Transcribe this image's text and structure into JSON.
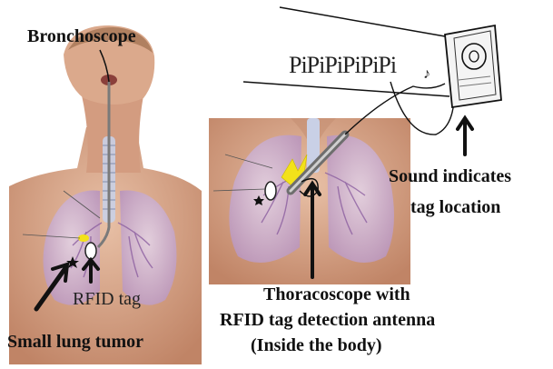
{
  "labels": {
    "bronchoscope": "Bronchoscope",
    "sound": "PiPiPiPiPiPi",
    "sound_note": "♪",
    "sound_caption_line1": "Sound indicates",
    "sound_caption_line2": "tag location",
    "rfid_tag": "RFID tag",
    "tumor": "Small lung tumor",
    "thoraco_line1": "Thoracoscope with",
    "thoraco_line2": "RFID tag detection antenna",
    "thoraco_line3": "(Inside the body)"
  },
  "colors": {
    "skin": "#d9a78a",
    "skin_shadow": "#b98066",
    "lung": "#cdb3cf",
    "lung_vessel": "#8c5fa0",
    "highlight": "#f3e21a",
    "instrument": "#9a9a9a"
  },
  "icons": {
    "speaker": "speaker-icon",
    "music_note": "music-note-icon"
  }
}
